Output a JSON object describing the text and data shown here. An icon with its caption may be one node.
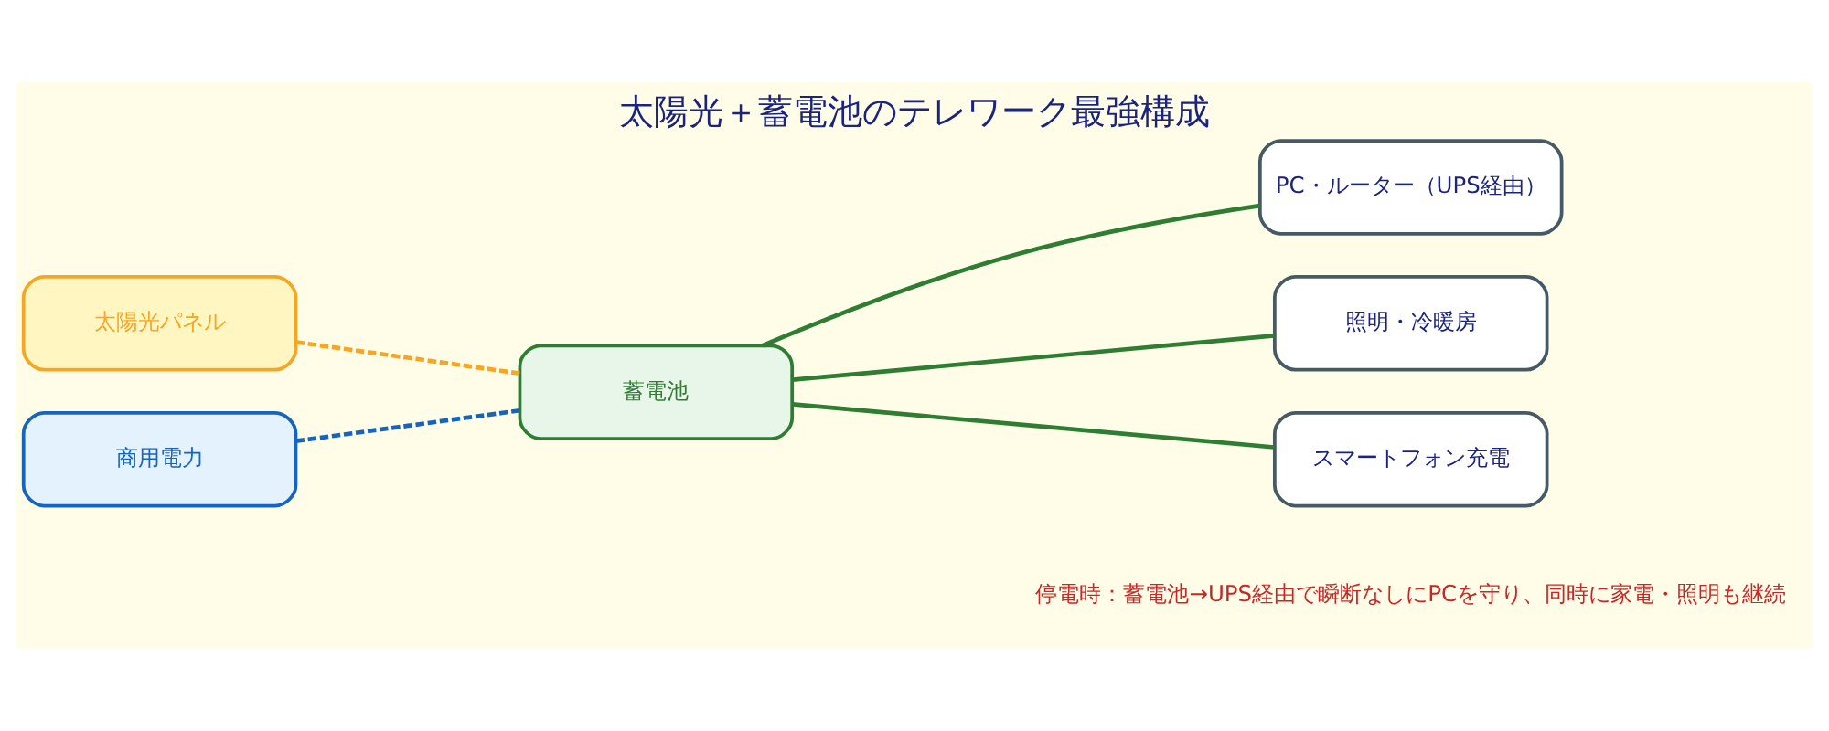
{
  "diagram": {
    "title": "太陽光＋蓄電池のテレワーク最強構成",
    "nodes": [
      {
        "text": [
          "太陽光パネル"
        ]
      },
      {
        "text": [
          "商用電力"
        ]
      },
      {
        "text": [
          "蓄電池"
        ]
      },
      {
        "text": [
          "PC・ルーター（UPS経由）"
        ]
      },
      {
        "text": [
          "照明・冷暖房"
        ]
      },
      {
        "text": [
          "スマートフォン充電"
        ]
      }
    ],
    "edges": [
      {
        "from": 0,
        "to": 2,
        "arrow": "none",
        "style": "dashed",
        "color": "#f5a623"
      },
      {
        "from": 1,
        "to": 2,
        "arrow": "none",
        "style": "dashed",
        "color": "#1565c0"
      },
      {
        "from": 2,
        "to": 3,
        "arrow": "none"
      },
      {
        "from": 2,
        "to": 4,
        "arrow": "none"
      },
      {
        "from": 2,
        "to": 5,
        "arrow": "none"
      }
    ],
    "labels": [
      "停電時：蓄電池→UPS経由で瞬断なしにPCを守り、同時に家電・照明も継続"
    ]
  }
}
